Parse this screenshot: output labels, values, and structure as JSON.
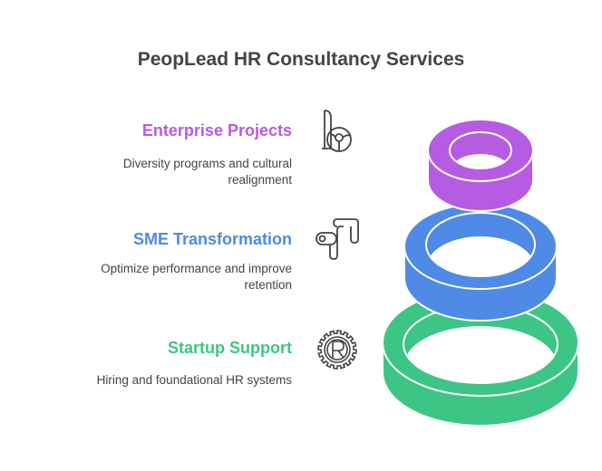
{
  "title": "PeopLead HR Consultancy Services",
  "items": [
    {
      "heading": "Enterprise Projects",
      "description": "Diversity programs and cultural realignment",
      "color": "#B65CE3",
      "icon": "diversity-icon"
    },
    {
      "heading": "SME Transformation",
      "description": "Optimize performance and improve retention",
      "color": "#4E8AE6",
      "icon": "analytics-icon"
    },
    {
      "heading": "Startup Support",
      "description": "Hiring and foundational HR systems",
      "color": "#3DC585",
      "icon": "gear-r-icon"
    }
  ]
}
